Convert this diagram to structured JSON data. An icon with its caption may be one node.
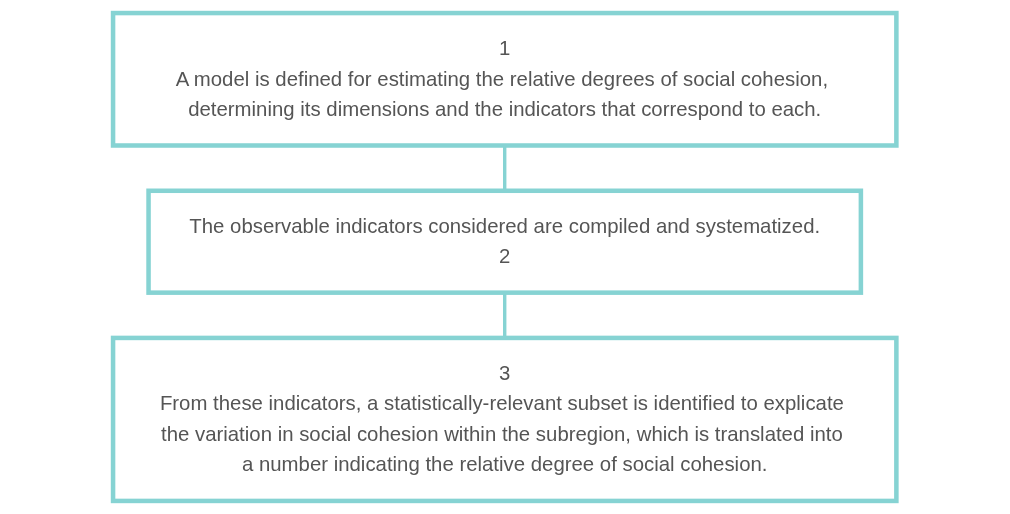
{
  "diagram": {
    "nodes": [
      {
        "text": [
          "1",
          "A model is defined for estimating the relative degrees of social cohesion, determining its dimensions and the indicators that correspond to each."
        ]
      },
      {
        "text": [
          "The observable indicators considered are compiled and systematized.",
          "2"
        ]
      },
      {
        "text": [
          "3",
          "From these indicators, a statistically-relevant subset is identified to explicate the variation in social cohesion within the subregion, which is translated into a number indicating the relative degree of social cohesion."
        ]
      }
    ],
    "edges": [
      {
        "from": 0,
        "to": 1,
        "arrow": "none"
      },
      {
        "from": 1,
        "to": 2,
        "arrow": "none"
      }
    ]
  }
}
